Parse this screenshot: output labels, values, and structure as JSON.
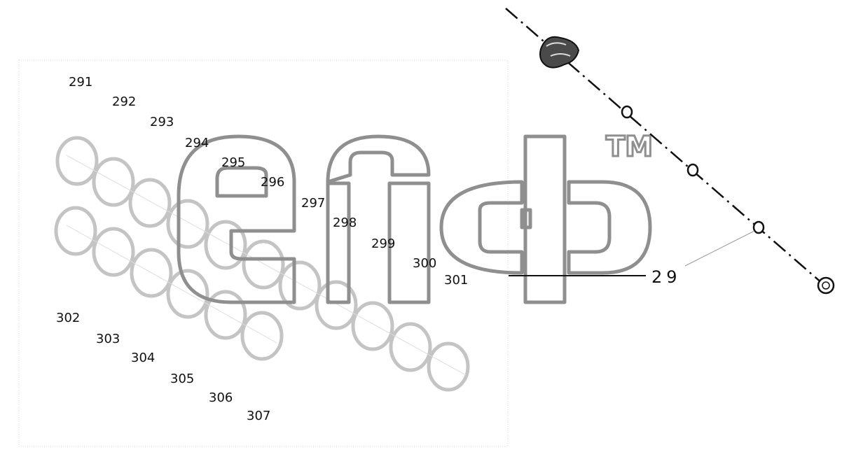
{
  "diagram": {
    "inset_callouts": [
      "291",
      "292",
      "293",
      "294",
      "295",
      "296",
      "297",
      "298",
      "299",
      "300",
      "301",
      "302",
      "303",
      "304",
      "305",
      "306",
      "307"
    ],
    "main_callout": "29",
    "watermark_tm": "TM",
    "colors": {
      "line": "#111111",
      "ring": "#c4c4c4",
      "watermark": "#8f8f8f",
      "frame": "#d9d9d9"
    }
  }
}
